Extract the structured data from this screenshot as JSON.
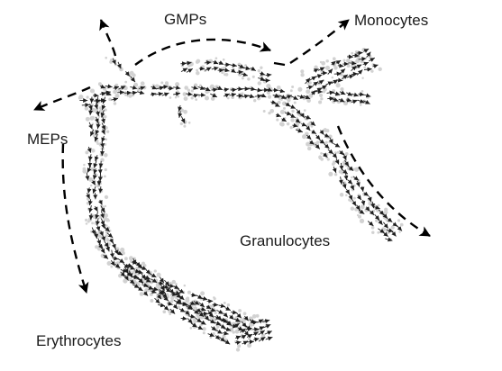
{
  "labels": {
    "gmps": "GMPs",
    "monocytes": "Monocytes",
    "meps": "MEPs",
    "granulocytes": "Granulocytes",
    "erythrocytes": "Erythrocytes"
  },
  "colors": {
    "cells": "#d2d2d2",
    "arrows": "#1f1f1f",
    "trajectory": "#000000"
  }
}
